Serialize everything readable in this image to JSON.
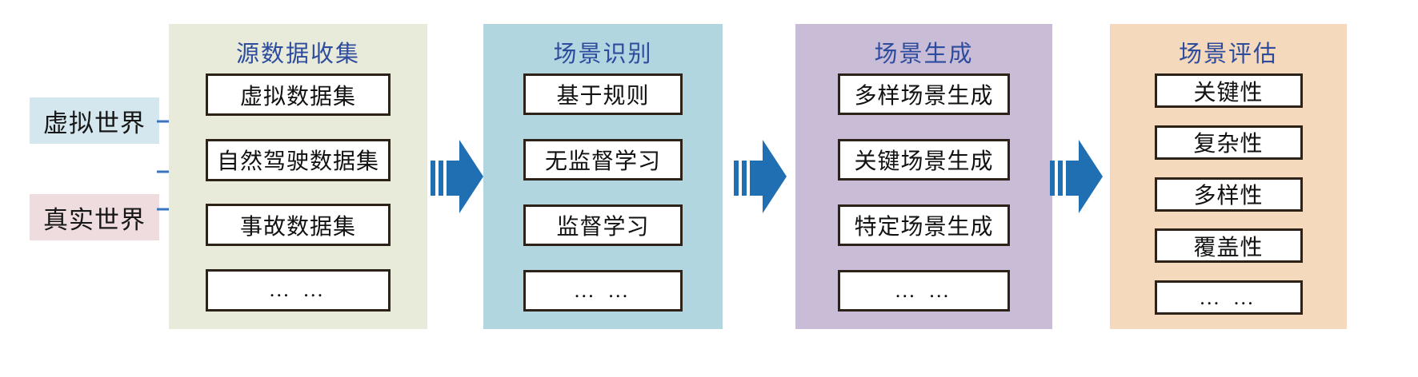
{
  "figure": {
    "type": "flow-diagram",
    "orientation": "left-to-right",
    "stage_count": 4
  },
  "colors": {
    "panel_source": "#E8EBDA",
    "panel_identify": "#B2D6E0",
    "panel_generate": "#C9BCD6",
    "panel_evaluate": "#F5D9BC",
    "label_virtual_bg": "#D5E7EE",
    "label_real_bg": "#EEDCDE",
    "title_text": "#2E4C9E",
    "arrow_blue": "#1F6FB2",
    "connector_blue": "#3A74BC",
    "box_border": "#2C2217",
    "box_fill": "#FFFFFF",
    "body_text": "#111111"
  },
  "inputs": [
    {
      "id": "virtual-world",
      "label": "虚拟世界"
    },
    {
      "id": "real-world",
      "label": "真实世界"
    }
  ],
  "connectors": [
    {
      "from": "虚拟世界",
      "to": "虚拟数据集"
    },
    {
      "from": "真实世界",
      "to": "自然驾驶数据集"
    },
    {
      "from": "真实世界",
      "to": "事故数据集"
    }
  ],
  "stages": [
    {
      "id": "source-data-collection",
      "title": "源数据收集",
      "items": [
        {
          "label": "虚拟数据集",
          "ellipsis": false
        },
        {
          "label": "自然驾驶数据集",
          "ellipsis": false
        },
        {
          "label": "事故数据集",
          "ellipsis": false
        },
        {
          "label": "… …",
          "ellipsis": true
        }
      ]
    },
    {
      "id": "scenario-identification",
      "title": "场景识别",
      "items": [
        {
          "label": "基于规则",
          "ellipsis": false
        },
        {
          "label": "无监督学习",
          "ellipsis": false
        },
        {
          "label": "监督学习",
          "ellipsis": false
        },
        {
          "label": "… …",
          "ellipsis": true
        }
      ]
    },
    {
      "id": "scenario-generation",
      "title": "场景生成",
      "items": [
        {
          "label": "多样场景生成",
          "ellipsis": false
        },
        {
          "label": "关键场景生成",
          "ellipsis": false
        },
        {
          "label": "特定场景生成",
          "ellipsis": false
        },
        {
          "label": "… …",
          "ellipsis": true
        }
      ]
    },
    {
      "id": "scenario-evaluation",
      "title": "场景评估",
      "items": [
        {
          "label": "关键性",
          "ellipsis": false
        },
        {
          "label": "复杂性",
          "ellipsis": false
        },
        {
          "label": "多样性",
          "ellipsis": false
        },
        {
          "label": "覆盖性",
          "ellipsis": false
        },
        {
          "label": "… …",
          "ellipsis": true
        }
      ]
    }
  ],
  "flow_arrows": [
    {
      "id": "arrow-source-to-identify",
      "icon": "block-arrow-right-icon"
    },
    {
      "id": "arrow-identify-to-generate",
      "icon": "block-arrow-right-icon"
    },
    {
      "id": "arrow-generate-to-evaluate",
      "icon": "block-arrow-right-icon"
    }
  ]
}
